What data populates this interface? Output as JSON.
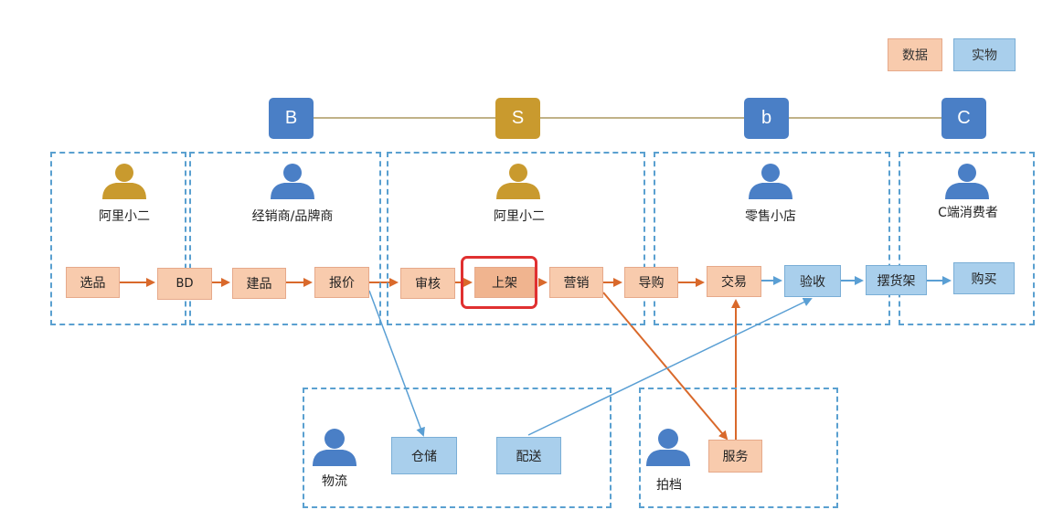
{
  "legend": {
    "data_label": "数据",
    "physical_label": "实物"
  },
  "roles": {
    "b_upper": "B",
    "s": "S",
    "b_lower": "b",
    "c": "C"
  },
  "groups": {
    "ali1": "阿里小二",
    "dealer": "经销商/品牌商",
    "ali2": "阿里小二",
    "store": "零售小店",
    "consumer": "C端消费者",
    "logistics": "物流",
    "partner": "拍档"
  },
  "nodes": {
    "xuanpin": "选品",
    "bd": "BD",
    "jianpin": "建品",
    "baojia": "报价",
    "shenhe": "审核",
    "shangjia": "上架",
    "yingxiao": "营销",
    "daogou": "导购",
    "jiaoyi": "交易",
    "yanshou": "验收",
    "baihuojia": "摆货架",
    "goumai": "购买",
    "cangchu": "仓储",
    "peisong": "配送",
    "fuwu": "服务"
  },
  "colors": {
    "data_fill": "#f8cbad",
    "physical_fill": "#a9cfec",
    "role_blue": "#4a7fc6",
    "role_gold": "#c99a2e",
    "arrow_orange": "#d9692b",
    "arrow_blue": "#5a9fd4",
    "highlight": "#e03030",
    "person_blue": "#4a7fc6",
    "person_gold": "#c99a2e"
  }
}
